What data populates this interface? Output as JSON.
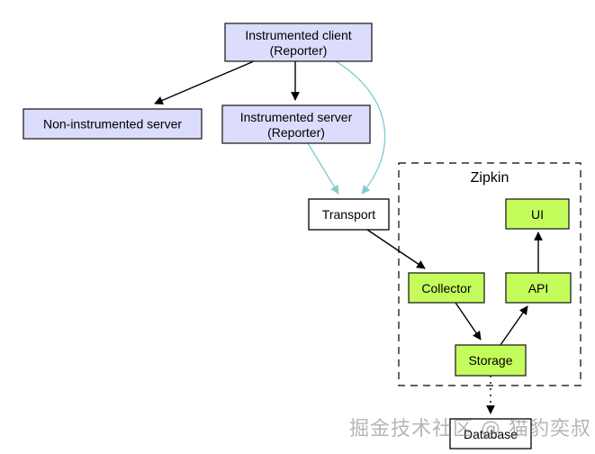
{
  "diagram": {
    "type": "flowchart",
    "colors": {
      "reporter_fill": "#dcdcfc",
      "zipkin_fill": "#c4fc5c",
      "plain_fill": "#ffffff",
      "edge_black": "#000000",
      "edge_teal": "#7fcfcf",
      "border": "#000000"
    },
    "cluster": {
      "id": "zipkin",
      "label": "Zipkin",
      "style": "dashed"
    },
    "nodes": [
      {
        "id": "client",
        "lines": [
          "Instrumented client",
          "(Reporter)"
        ],
        "kind": "reporter"
      },
      {
        "id": "noninst",
        "lines": [
          "Non-instrumented server"
        ],
        "kind": "reporter"
      },
      {
        "id": "server",
        "lines": [
          "Instrumented server",
          "(Reporter)"
        ],
        "kind": "reporter"
      },
      {
        "id": "transport",
        "lines": [
          "Transport"
        ],
        "kind": "plain"
      },
      {
        "id": "ui",
        "lines": [
          "UI"
        ],
        "kind": "zipkin"
      },
      {
        "id": "collector",
        "lines": [
          "Collector"
        ],
        "kind": "zipkin"
      },
      {
        "id": "api",
        "lines": [
          "API"
        ],
        "kind": "zipkin"
      },
      {
        "id": "storage",
        "lines": [
          "Storage"
        ],
        "kind": "zipkin"
      },
      {
        "id": "database",
        "lines": [
          "Database"
        ],
        "kind": "plain"
      }
    ],
    "edges": [
      {
        "from": "client",
        "to": "noninst",
        "style": "solid",
        "color": "black"
      },
      {
        "from": "client",
        "to": "server",
        "style": "solid",
        "color": "black"
      },
      {
        "from": "client",
        "to": "transport",
        "style": "solid",
        "color": "teal"
      },
      {
        "from": "server",
        "to": "transport",
        "style": "solid",
        "color": "teal"
      },
      {
        "from": "transport",
        "to": "collector",
        "style": "solid",
        "color": "black"
      },
      {
        "from": "collector",
        "to": "storage",
        "style": "solid",
        "color": "black"
      },
      {
        "from": "storage",
        "to": "api",
        "style": "solid",
        "color": "black"
      },
      {
        "from": "api",
        "to": "ui",
        "style": "solid",
        "color": "black"
      },
      {
        "from": "storage",
        "to": "database",
        "style": "dotted",
        "color": "black"
      }
    ]
  },
  "watermark": "掘金技术社区 @ 猫豹奕叔"
}
